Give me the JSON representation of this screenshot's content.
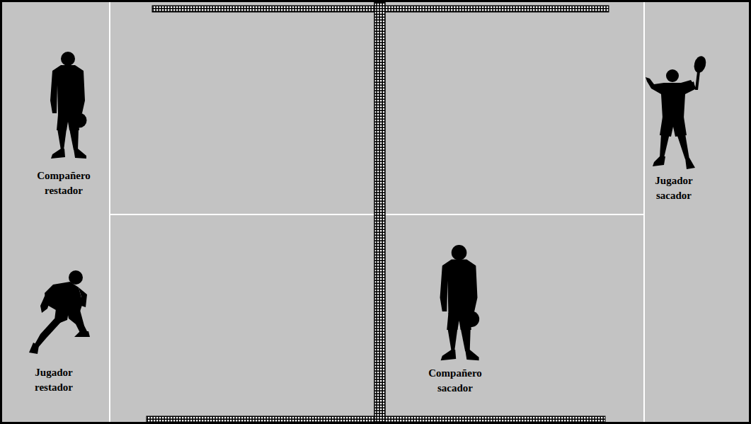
{
  "diagram": {
    "labels": [
      "Compañero restador",
      "Jugador sacador",
      "Jugador restador",
      "Compañero sacador"
    ]
  }
}
